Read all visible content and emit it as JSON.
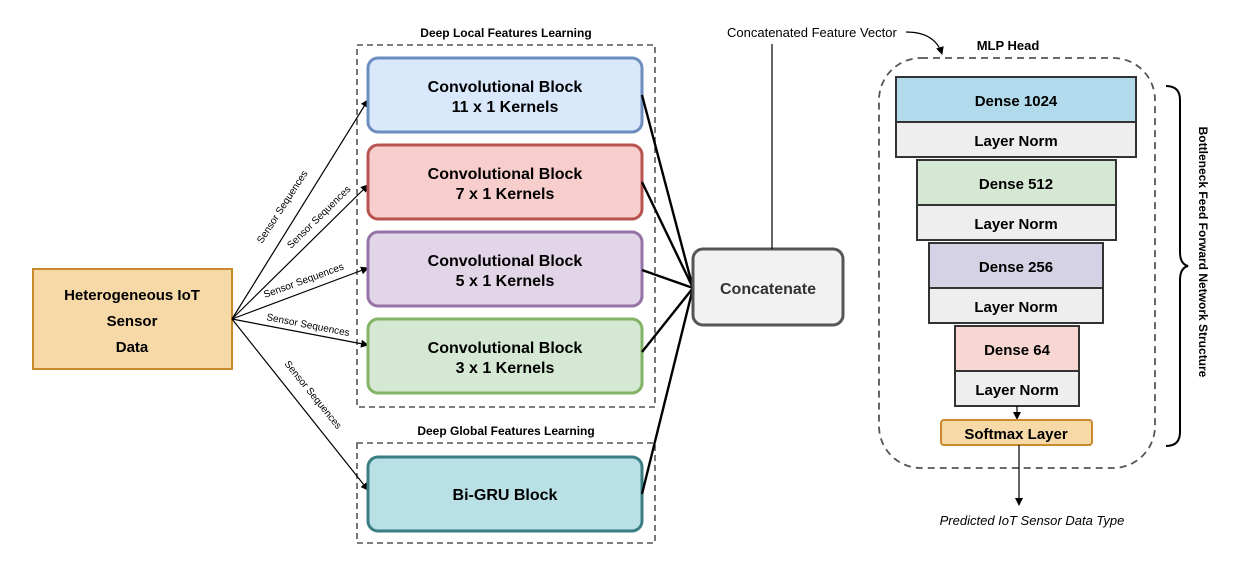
{
  "input": {
    "lines": [
      "Heterogeneous IoT",
      "Sensor",
      "Data"
    ]
  },
  "edge_label": "Sensor Sequences",
  "local_group": {
    "title": "Deep Local Features Learning"
  },
  "global_group": {
    "title": "Deep Global Features Learning"
  },
  "conv_blocks": [
    {
      "title": "Convolutional Block",
      "kernel": "11 x 1 Kernels"
    },
    {
      "title": "Convolutional Block",
      "kernel": "7 x 1 Kernels"
    },
    {
      "title": "Convolutional Block",
      "kernel": "5 x 1 Kernels"
    },
    {
      "title": "Convolutional Block",
      "kernel": "3 x 1 Kernels"
    }
  ],
  "bigru": {
    "label": "Bi-GRU Block"
  },
  "concat": {
    "label": "Concatenate",
    "note": "Concatenated Feature Vector"
  },
  "mlp": {
    "title": "MLP Head",
    "layers": [
      {
        "label": "Dense 1024"
      },
      {
        "label": "Layer Norm"
      },
      {
        "label": "Dense 512"
      },
      {
        "label": "Layer Norm"
      },
      {
        "label": "Dense 256"
      },
      {
        "label": "Layer Norm"
      },
      {
        "label": "Dense 64"
      },
      {
        "label": "Layer Norm"
      }
    ],
    "softmax": "Softmax Layer",
    "bracket_label": "Bottleneck Feed Forward Network Structure",
    "output": "Predicted IoT Sensor Data Type"
  },
  "colors": {
    "input_fill": "#f7d9a8",
    "input_stroke": "#c98a2e",
    "conv11_fill": "#dae8fc",
    "conv11_stroke": "#6c8ebf",
    "conv7_fill": "#f8cecc",
    "conv7_stroke": "#b85450",
    "conv5_fill": "#e1d5e7",
    "conv5_stroke": "#9673a6",
    "conv3_fill": "#d5e8d4",
    "conv3_stroke": "#82b366",
    "bigru_fill": "#b9e0e5",
    "bigru_stroke": "#3a7e84",
    "concat_fill": "#f2f2f2",
    "concat_stroke": "#555555",
    "dense1024": "#b1dbec",
    "dense512": "#d5e8d4",
    "dense256": "#d6d2e6",
    "dense64": "#f8d7d3",
    "norm": "#eeeeee",
    "softmax_fill": "#f7d9a8",
    "softmax_stroke": "#c98a2e"
  }
}
